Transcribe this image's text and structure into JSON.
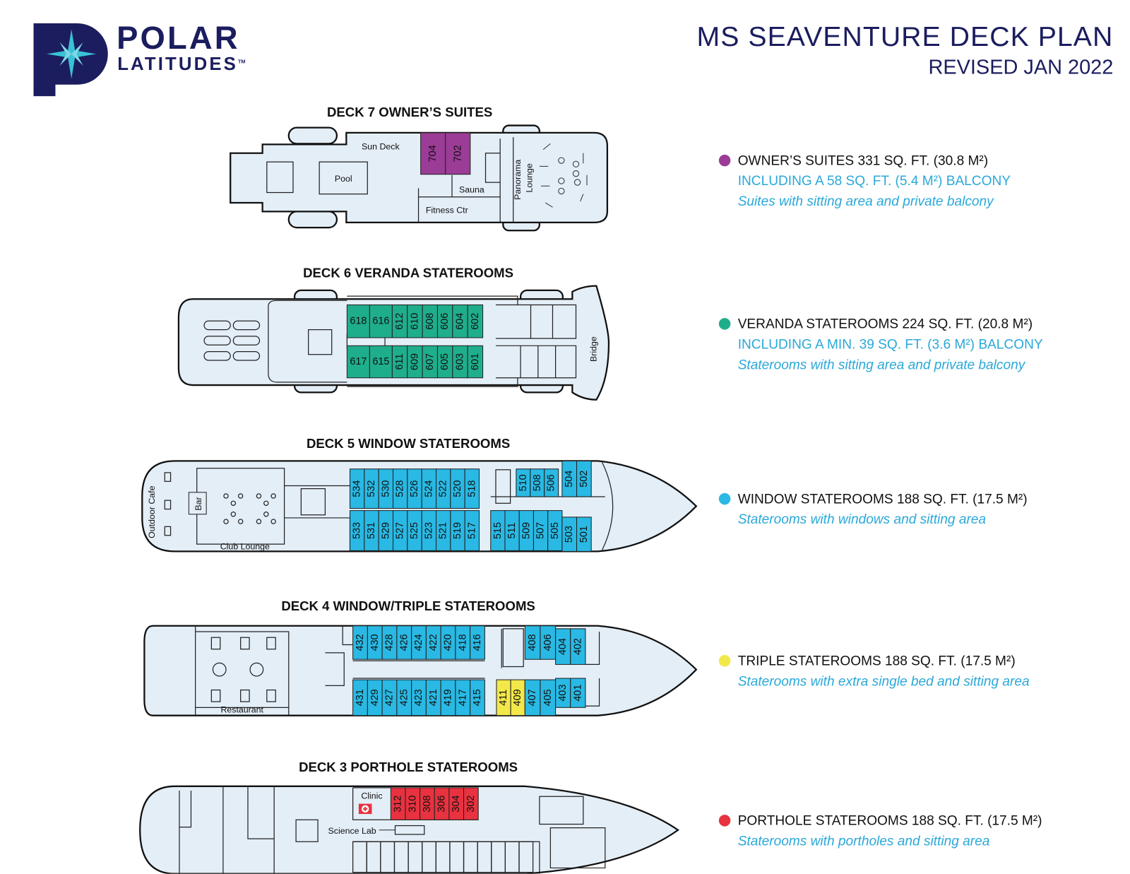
{
  "header": {
    "brand_line1": "POLAR",
    "brand_line2": "LATITUDES",
    "trademark": "TM",
    "title": "MS SEAVENTURE DECK PLAN",
    "subtitle": "REVISED JAN 2022"
  },
  "colors": {
    "navy": "#1b1d5e",
    "owners": "#9b3c97",
    "veranda": "#1fae8c",
    "window": "#29b9e4",
    "triple": "#f2e84a",
    "porthole": "#e8323f",
    "hull": "#e4eef7"
  },
  "decks": [
    {
      "title": "DECK 7 OWNER’S SUITES",
      "labels": {
        "sun_deck": "Sun Deck",
        "pool": "Pool",
        "sauna": "Sauna",
        "fitness": "Fitness Ctr",
        "lounge1": "Panorama",
        "lounge2": "Lounge"
      },
      "cabins": {
        "owners": [
          "704",
          "702"
        ]
      }
    },
    {
      "title": "DECK 6 VERANDA STATEROOMS",
      "labels": {
        "bridge": "Bridge"
      },
      "cabins": {
        "top": [
          "618",
          "616",
          "612",
          "610",
          "608",
          "606",
          "604",
          "602"
        ],
        "bottom": [
          "617",
          "615",
          "611",
          "609",
          "607",
          "605",
          "603",
          "601"
        ]
      }
    },
    {
      "title": "DECK 5 WINDOW STATEROOMS",
      "labels": {
        "outdoor_cafe": "Outdoor Cafe",
        "bar": "Bar",
        "club_lounge": "Club Lounge"
      },
      "cabins": {
        "top_aft": [
          "534",
          "532",
          "530",
          "528",
          "526",
          "524",
          "522",
          "520",
          "518"
        ],
        "bottom_aft": [
          "533",
          "531",
          "529",
          "527",
          "525",
          "523",
          "521",
          "519",
          "517"
        ],
        "top_fwd": [
          "510",
          "508",
          "506"
        ],
        "top_bow": [
          "504",
          "502"
        ],
        "bottom_fwd": [
          "515",
          "511",
          "509",
          "507",
          "505"
        ],
        "bottom_bow": [
          "503",
          "501"
        ]
      }
    },
    {
      "title": "DECK 4 WINDOW/TRIPLE STATEROOMS",
      "labels": {
        "restaurant": "Restaurant"
      },
      "cabins": {
        "top_aft": [
          "432",
          "430",
          "428",
          "426",
          "424",
          "422",
          "420",
          "418",
          "416"
        ],
        "bottom_aft": [
          "431",
          "429",
          "427",
          "425",
          "423",
          "421",
          "419",
          "417",
          "415"
        ],
        "triple": [
          "411",
          "409"
        ],
        "bottom_fwd": [
          "407",
          "405"
        ],
        "bottom_bow": [
          "403",
          "401"
        ],
        "top_fwd": [
          "408",
          "406"
        ],
        "top_bow": [
          "404",
          "402"
        ]
      }
    },
    {
      "title": "DECK 3 PORTHOLE STATEROOMS",
      "labels": {
        "clinic": "Clinic",
        "science_lab": "Science Lab"
      },
      "cabins": {
        "porthole": [
          "312",
          "310",
          "308",
          "306",
          "304",
          "302"
        ]
      }
    }
  ],
  "legend": [
    {
      "line1": "OWNER’S SUITES 331 SQ. FT. (30.8 M²)",
      "line2": "INCLUDING A 58 SQ. FT. (5.4 M²) BALCONY",
      "line3": "Suites with sitting area and private balcony"
    },
    {
      "line1": "VERANDA STATEROOMS 224 SQ. FT. (20.8 M²)",
      "line2": "INCLUDING A MIN. 39 SQ. FT. (3.6 M²) BALCONY",
      "line3": "Staterooms with sitting area and private balcony"
    },
    {
      "line1": "WINDOW STATEROOMS 188 SQ. FT. (17.5 M²)",
      "line3": "Staterooms with windows and sitting area"
    },
    {
      "line1": "TRIPLE STATEROOMS 188 SQ. FT. (17.5 M²)",
      "line3": "Staterooms with extra single bed and sitting area"
    },
    {
      "line1": "PORTHOLE STATEROOMS 188 SQ. FT. (17.5 M²)",
      "line3": "Staterooms with portholes and sitting area"
    }
  ]
}
